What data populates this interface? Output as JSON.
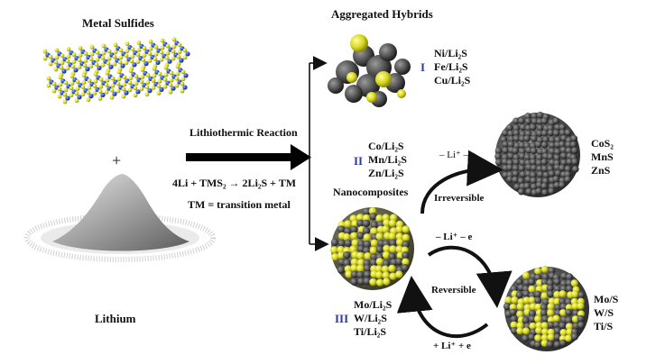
{
  "labels": {
    "metal_sulfides": "Metal Sulfides",
    "plus": "+",
    "lithium": "Lithium",
    "aggregated_hybrids": "Aggregated Hybrids",
    "lithiothermic_reaction": "Lithiothermic Reaction",
    "equation": "4Li + TMS₂ → 2Li₂S + TM",
    "tm_definition": "TM = transition metal",
    "nanocomposites": "Nanocomposites",
    "irreversible": "Irreversible",
    "reversible": "Reversible",
    "arrow_top_irreversible": "– Li⁺ – e",
    "arrow_top_reversible": "– Li⁺ – e",
    "arrow_bottom_reversible": "+ Li⁺ + e"
  },
  "groups": {
    "group_I": {
      "numeral": "I",
      "items": [
        "Ni/Li₂S",
        "Fe/Li₂S",
        "Cu/Li₂S"
      ]
    },
    "group_II": {
      "numeral": "II",
      "items": [
        "Co/Li₂S",
        "Mn/Li₂S",
        "Zn/Li₂S"
      ]
    },
    "group_III": {
      "numeral": "III",
      "items": [
        "Mo/Li₂S",
        "W/Li₂S",
        "Ti/Li₂S"
      ]
    }
  },
  "products": {
    "irreversible_products": [
      "CoS₂",
      "MnS",
      "ZnS"
    ],
    "reversible_products": [
      "Mo/S",
      "W/S",
      "Ti/S"
    ]
  },
  "colors": {
    "sulfur_yellow": "#e6e62a",
    "metal_blue": "#2a4fd0",
    "grey_sphere": "#5a5a5a",
    "numeral_blue": "#2b3a9c"
  }
}
